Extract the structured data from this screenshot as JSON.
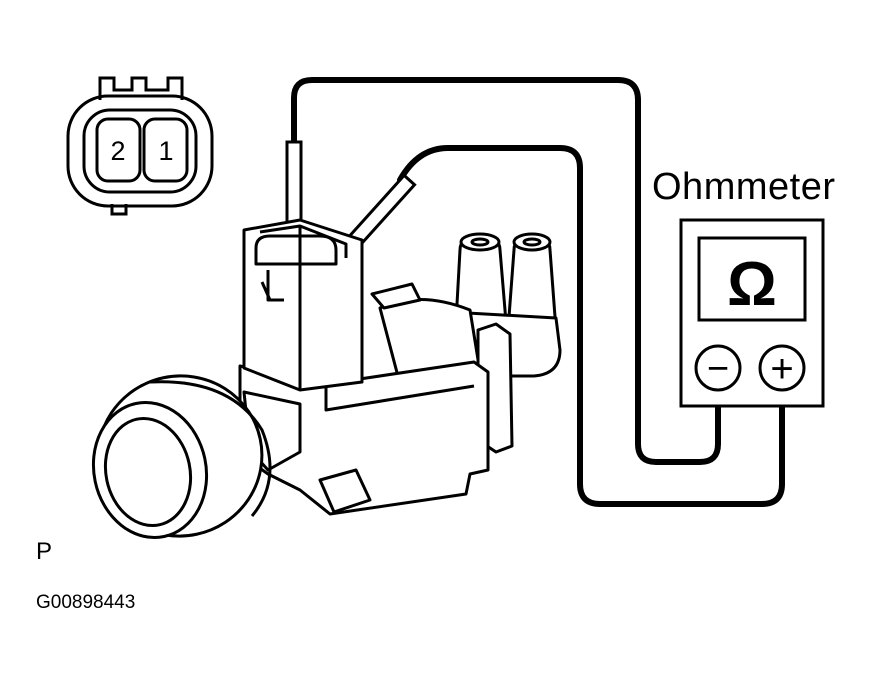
{
  "connector": {
    "pin_left": "2",
    "pin_right": "1"
  },
  "meter": {
    "title": "Ohmmeter",
    "symbol": "Ω",
    "minus_symbol": "−",
    "plus_symbol": "+"
  },
  "view_letter": "P",
  "figure_code": "G00898443",
  "colors": {
    "line": "#000000",
    "background": "#ffffff"
  }
}
